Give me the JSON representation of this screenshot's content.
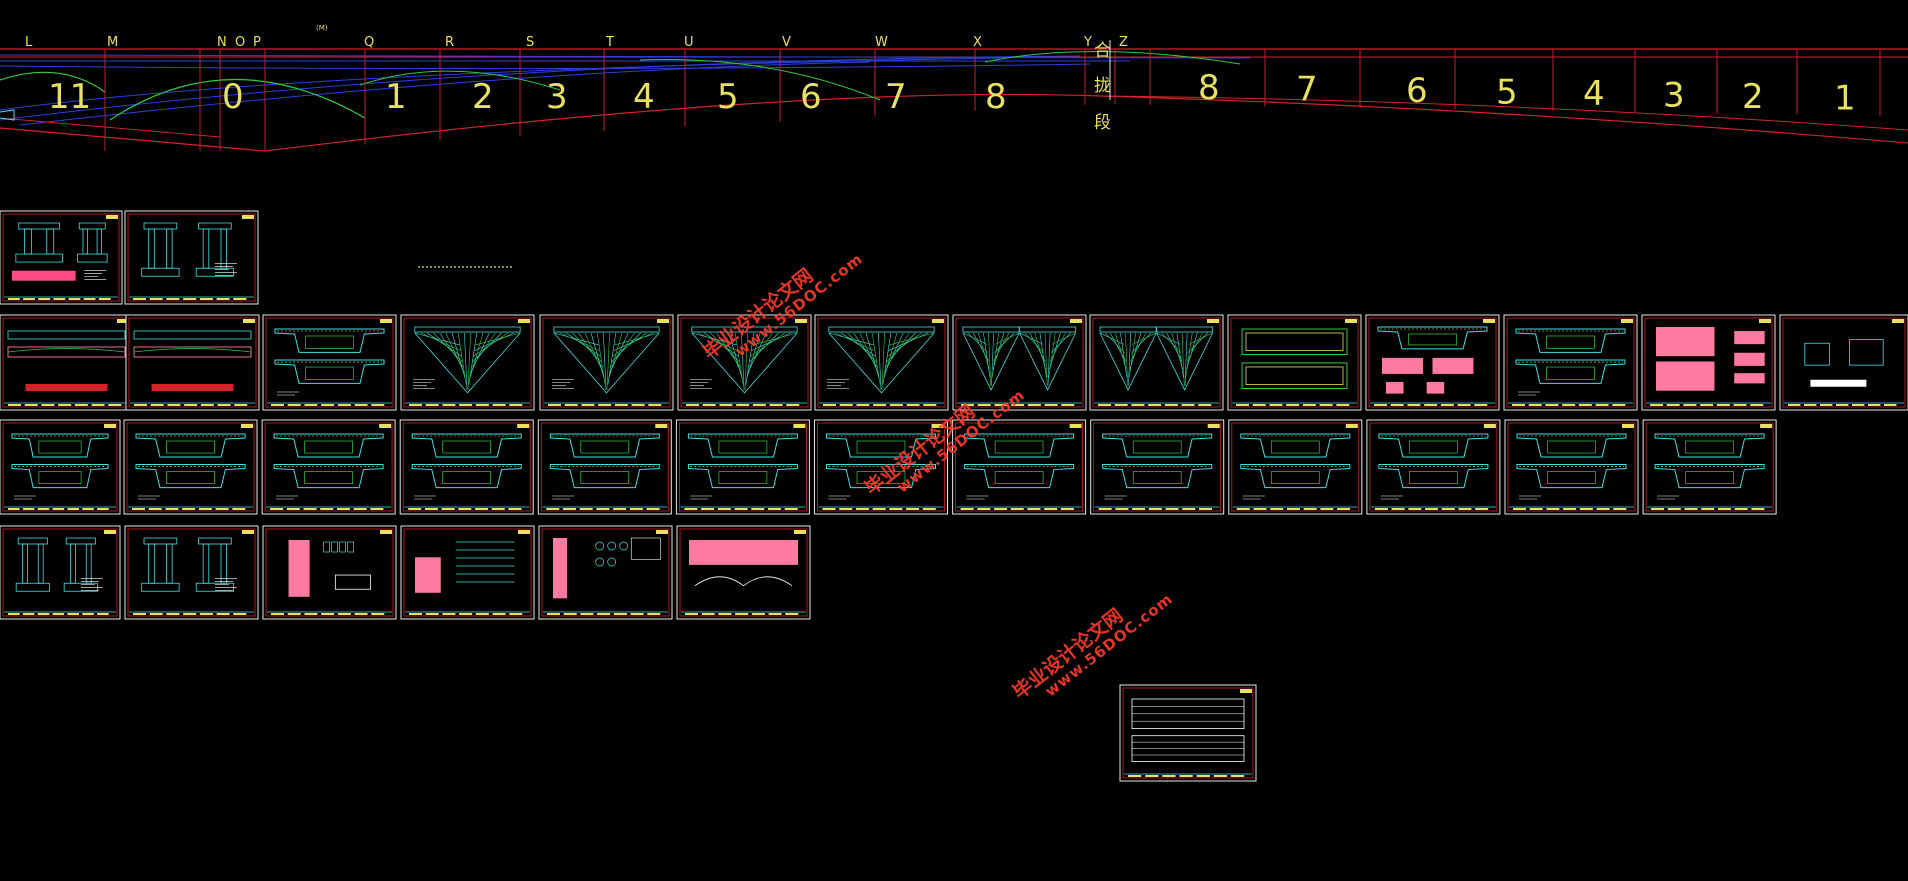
{
  "app": {
    "name": "CAD drawing canvas"
  },
  "profile": {
    "top_letters": [
      "L",
      "M",
      "N",
      "O",
      "P",
      "Q",
      "R",
      "S",
      "T",
      "U",
      "V",
      "W",
      "X",
      "Y",
      "Z"
    ],
    "title_mark": "(M)",
    "segments_left": [
      "11",
      "0",
      "1",
      "2",
      "3",
      "4",
      "5",
      "6",
      "7",
      "8"
    ],
    "closure_label": [
      "合",
      "拢",
      "段"
    ],
    "segments_right": [
      "8",
      "7",
      "6",
      "5",
      "4",
      "3",
      "2",
      "1"
    ]
  },
  "watermark": {
    "cn": "毕业设计论文网",
    "url": "www.56DOC.com"
  },
  "colors": {
    "background": "#000000",
    "line_red": "#d2232a",
    "line_blue": "#2b3fe0",
    "line_green": "#2ecc40",
    "text_yellow": "#e8e060",
    "sheet_cyan": "#3fe0e0",
    "sheet_pink": "#ff7aa0",
    "watermark_red": "#ff3a2a"
  }
}
